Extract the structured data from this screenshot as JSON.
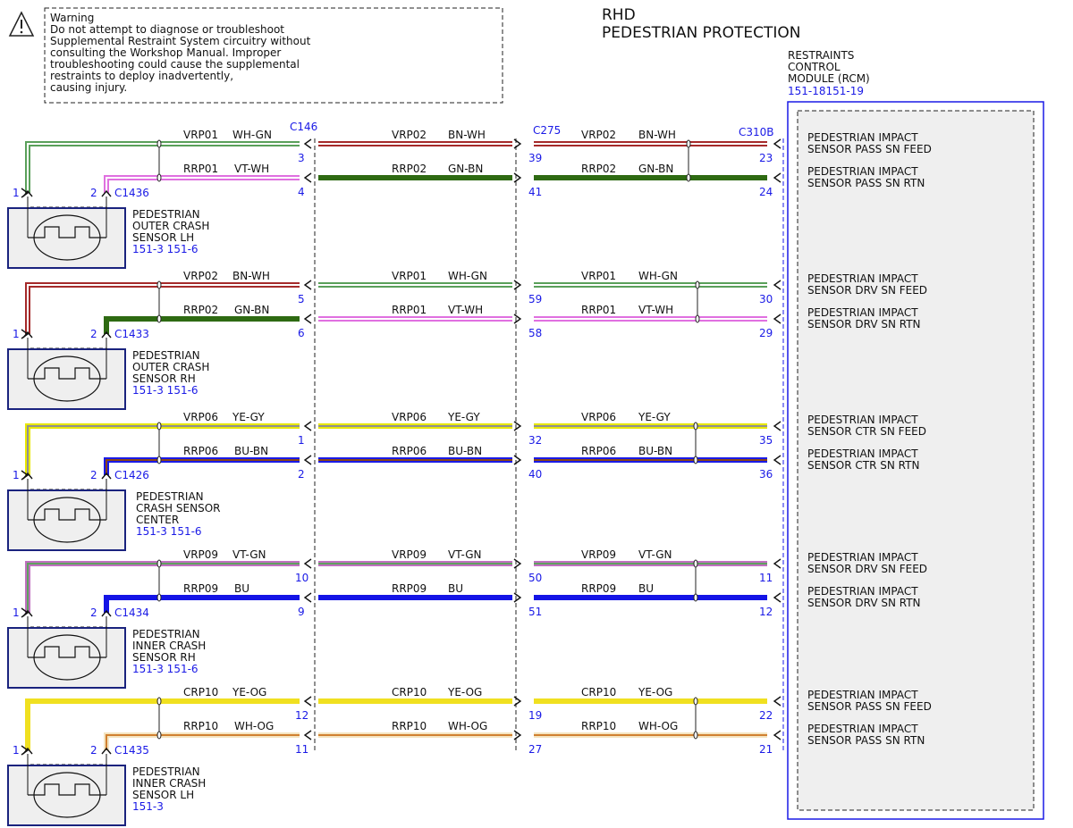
{
  "warning": {
    "lines": [
      "Warning",
      "Do not attempt to diagnose or troubleshoot",
      "Supplemental Restraint System circuitry without",
      "consulting the Workshop Manual. Improper",
      "troubleshooting could cause the supplemental",
      "restraints to deploy inadvertently,",
      "causing injury."
    ]
  },
  "title": {
    "line1": "RHD",
    "line2": "PEDESTRIAN PROTECTION"
  },
  "rcm": {
    "lines": [
      "RESTRAINTS",
      "CONTROL",
      "MODULE (RCM)"
    ],
    "ref": "151-18151-19"
  },
  "connectors": {
    "a": "C146",
    "b": "C275",
    "c": "C310B"
  },
  "colors": {
    "WH-GN": [
      "#5aa05a",
      "#ffffff"
    ],
    "BN-WH": [
      "#a52a2a",
      "#ffffff"
    ],
    "VT-WH": [
      "#e070e0",
      "#ffffff"
    ],
    "GN-BN": [
      "#2e6a12",
      "#2e6a12"
    ],
    "YE-GY": [
      "#e8e800",
      "#909090"
    ],
    "BU-BN": [
      "#1a1ae6",
      "#8b4513"
    ],
    "VT-GN": [
      "#c070c0",
      "#60a060"
    ],
    "BU": [
      "#1414e6",
      "#1414e6"
    ],
    "YE-OG": [
      "#f0e020",
      "#f0e020"
    ],
    "WH-OG": [
      "#f4e4c0",
      "#d08030"
    ]
  },
  "sensors": [
    {
      "conn": "C1436",
      "lines": [
        "PEDESTRIAN",
        "OUTER CRASH",
        "SENSOR LH"
      ],
      "ref": "151-3 151-6",
      "wires": [
        {
          "pin": "1",
          "segs": [
            [
              "VRP01",
              "WH-GN"
            ],
            [
              "VRP02",
              "BN-WH"
            ],
            [
              "VRP02",
              "BN-WH"
            ]
          ],
          "pins": [
            "3",
            "39",
            "23"
          ],
          "rcm": [
            "PEDESTRIAN IMPACT",
            "SENSOR PASS SN FEED"
          ]
        },
        {
          "pin": "2",
          "segs": [
            [
              "RRP01",
              "VT-WH"
            ],
            [
              "RRP02",
              "GN-BN"
            ],
            [
              "RRP02",
              "GN-BN"
            ]
          ],
          "pins": [
            "4",
            "41",
            "24"
          ],
          "rcm": [
            "PEDESTRIAN IMPACT",
            "SENSOR PASS SN RTN"
          ]
        }
      ]
    },
    {
      "conn": "C1433",
      "lines": [
        "PEDESTRIAN",
        "OUTER CRASH",
        "SENSOR RH"
      ],
      "ref": "151-3 151-6",
      "wires": [
        {
          "pin": "1",
          "segs": [
            [
              "VRP02",
              "BN-WH"
            ],
            [
              "VRP01",
              "WH-GN"
            ],
            [
              "VRP01",
              "WH-GN"
            ]
          ],
          "pins": [
            "5",
            "59",
            "30"
          ],
          "rcm": [
            "PEDESTRIAN IMPACT",
            "SENSOR DRV SN FEED"
          ]
        },
        {
          "pin": "2",
          "segs": [
            [
              "RRP02",
              "GN-BN"
            ],
            [
              "RRP01",
              "VT-WH"
            ],
            [
              "RRP01",
              "VT-WH"
            ]
          ],
          "pins": [
            "6",
            "58",
            "29"
          ],
          "rcm": [
            "PEDESTRIAN IMPACT",
            "SENSOR DRV SN RTN"
          ]
        }
      ]
    },
    {
      "conn": "C1426",
      "lines": [
        "PEDESTRIAN",
        "CRASH SENSOR",
        "CENTER"
      ],
      "ref": "151-3 151-6",
      "wires": [
        {
          "pin": "1",
          "segs": [
            [
              "VRP06",
              "YE-GY"
            ],
            [
              "VRP06",
              "YE-GY"
            ],
            [
              "VRP06",
              "YE-GY"
            ]
          ],
          "pins": [
            "1",
            "32",
            "35"
          ],
          "rcm": [
            "PEDESTRIAN IMPACT",
            "SENSOR CTR SN FEED"
          ]
        },
        {
          "pin": "2",
          "segs": [
            [
              "RRP06",
              "BU-BN"
            ],
            [
              "RRP06",
              "BU-BN"
            ],
            [
              "RRP06",
              "BU-BN"
            ]
          ],
          "pins": [
            "2",
            "40",
            "36"
          ],
          "rcm": [
            "PEDESTRIAN IMPACT",
            "SENSOR CTR SN RTN"
          ]
        }
      ]
    },
    {
      "conn": "C1434",
      "lines": [
        "PEDESTRIAN",
        "INNER CRASH",
        "SENSOR RH"
      ],
      "ref": "151-3 151-6",
      "wires": [
        {
          "pin": "1",
          "segs": [
            [
              "VRP09",
              "VT-GN"
            ],
            [
              "VRP09",
              "VT-GN"
            ],
            [
              "VRP09",
              "VT-GN"
            ]
          ],
          "pins": [
            "10",
            "50",
            "11"
          ],
          "rcm": [
            "PEDESTRIAN IMPACT",
            "SENSOR DRV SN FEED"
          ]
        },
        {
          "pin": "2",
          "segs": [
            [
              "RRP09",
              "BU"
            ],
            [
              "RRP09",
              "BU"
            ],
            [
              "RRP09",
              "BU"
            ]
          ],
          "pins": [
            "9",
            "51",
            "12"
          ],
          "rcm": [
            "PEDESTRIAN IMPACT",
            "SENSOR DRV SN RTN"
          ]
        }
      ]
    },
    {
      "conn": "C1435",
      "lines": [
        "PEDESTRIAN",
        "INNER CRASH",
        "SENSOR LH"
      ],
      "ref": "151-3",
      "wires": [
        {
          "pin": "1",
          "segs": [
            [
              "CRP10",
              "YE-OG"
            ],
            [
              "CRP10",
              "YE-OG"
            ],
            [
              "CRP10",
              "YE-OG"
            ]
          ],
          "pins": [
            "12",
            "19",
            "22"
          ],
          "rcm": [
            "PEDESTRIAN IMPACT",
            "SENSOR PASS SN FEED"
          ]
        },
        {
          "pin": "2",
          "segs": [
            [
              "RRP10",
              "WH-OG"
            ],
            [
              "RRP10",
              "WH-OG"
            ],
            [
              "RRP10",
              "WH-OG"
            ]
          ],
          "pins": [
            "11",
            "27",
            "21"
          ],
          "rcm": [
            "PEDESTRIAN IMPACT",
            "SENSOR PASS SN RTN"
          ]
        }
      ]
    }
  ]
}
